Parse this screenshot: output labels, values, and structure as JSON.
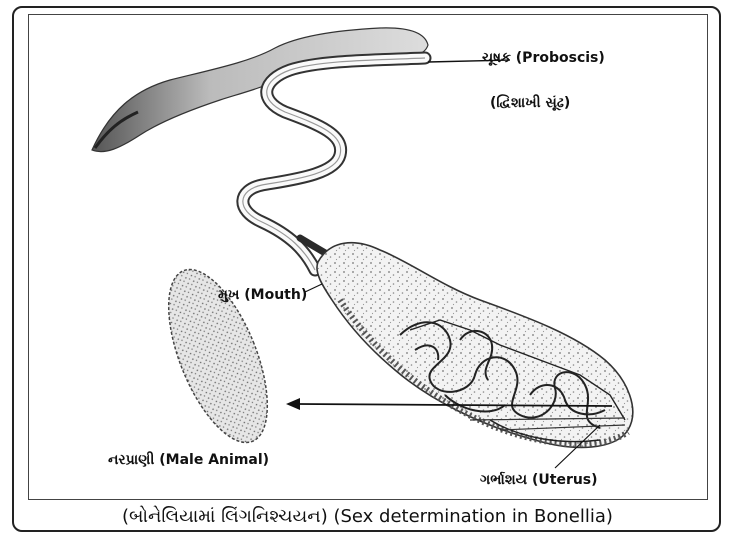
{
  "labels": {
    "proboscis": "ચૂષક (Proboscis)",
    "proboscis_sub": "(દ્વિશાખી સૂંઢ)",
    "mouth": "મુખ (Mouth)",
    "male": "નરપ્રાણી (Male Animal)",
    "uterus": "ગર્ભાશય (Uterus)"
  },
  "caption": "(બોનેલિયામાં લિંગનિશ્ચયન) (Sex determination in Bonellia)"
}
